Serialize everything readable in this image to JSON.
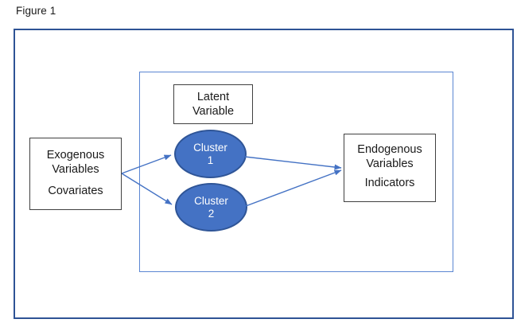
{
  "figure_label": "Figure 1",
  "diagram": {
    "latent_box": {
      "label": "Latent Variable"
    },
    "exogenous_box": {
      "title": "Exogenous Variables",
      "subtitle": "Covariates"
    },
    "endogenous_box": {
      "title": "Endogenous Variables",
      "subtitle": "Indicators"
    },
    "clusters": [
      {
        "name": "Cluster",
        "number": "1"
      },
      {
        "name": "Cluster",
        "number": "2"
      }
    ],
    "colors": {
      "outer_border": "#2E5395",
      "inner_border": "#5B86D2",
      "box_border": "#404040",
      "text": "#1A1A1A",
      "ellipse_fill": "#4472C4",
      "ellipse_border": "#2F5597",
      "ellipse_text": "#FFFFFF",
      "arrow": "#4472C4"
    }
  }
}
